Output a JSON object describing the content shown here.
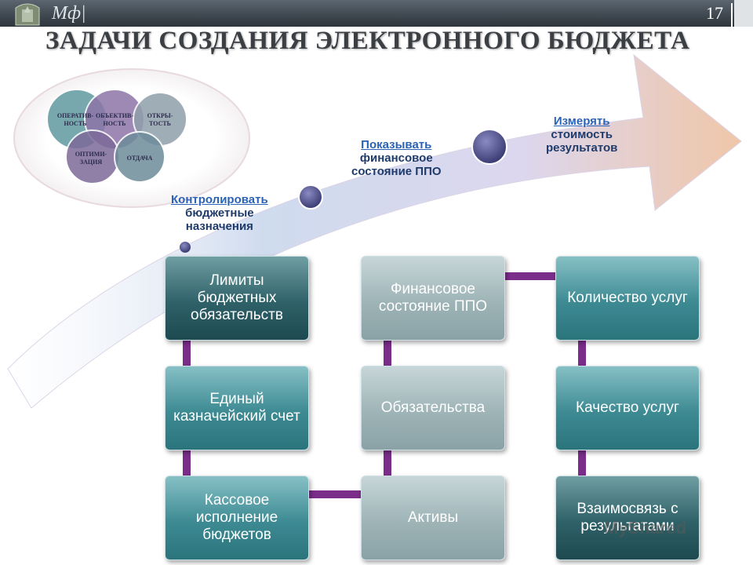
{
  "header": {
    "logo_text": "Мф|",
    "page_number": "17"
  },
  "title": "ЗАДАЧИ СОЗДАНИЯ ЭЛЕКТРОННОГО БЮДЖЕТА",
  "circles": [
    {
      "label": "ОПЕРАТИВ-НОСТЬ",
      "color": "#5f9aa0"
    },
    {
      "label": "ОБЪЕКТИВ-НОСТЬ",
      "color": "#8d75a8"
    },
    {
      "label": "ОТКРЫ-ТОСТЬ",
      "color": "#8f9fab"
    },
    {
      "label": "ОПТИМИ-ЗАЦИЯ",
      "color": "#7d6a9a"
    },
    {
      "label": "ОТДАЧА",
      "color": "#6d8c9a"
    }
  ],
  "arrow_labels": [
    {
      "key": "Контролировать",
      "rest": [
        "бюджетные",
        "назначения"
      ]
    },
    {
      "key": "Показывать",
      "rest": [
        "финансовое",
        "состояние ППО"
      ]
    },
    {
      "key": "Измерять",
      "rest": [
        "стоимость",
        "результатов"
      ]
    }
  ],
  "boxes": {
    "col1": [
      "Лимиты бюджетных обязательств",
      "Единый казначейский счет",
      "Кассовое исполнение бюджетов"
    ],
    "col2": [
      "Финансовое состояние ППО",
      "Обязательства",
      "Активы"
    ],
    "col3": [
      "Количество услуг",
      "Качество услуг",
      "Взаимосвязь с результатами"
    ]
  },
  "colors": {
    "connector": "#7b2d8a",
    "dot": "#3f3f7a",
    "title": "#3b3f44"
  },
  "watermark": "MyShared"
}
